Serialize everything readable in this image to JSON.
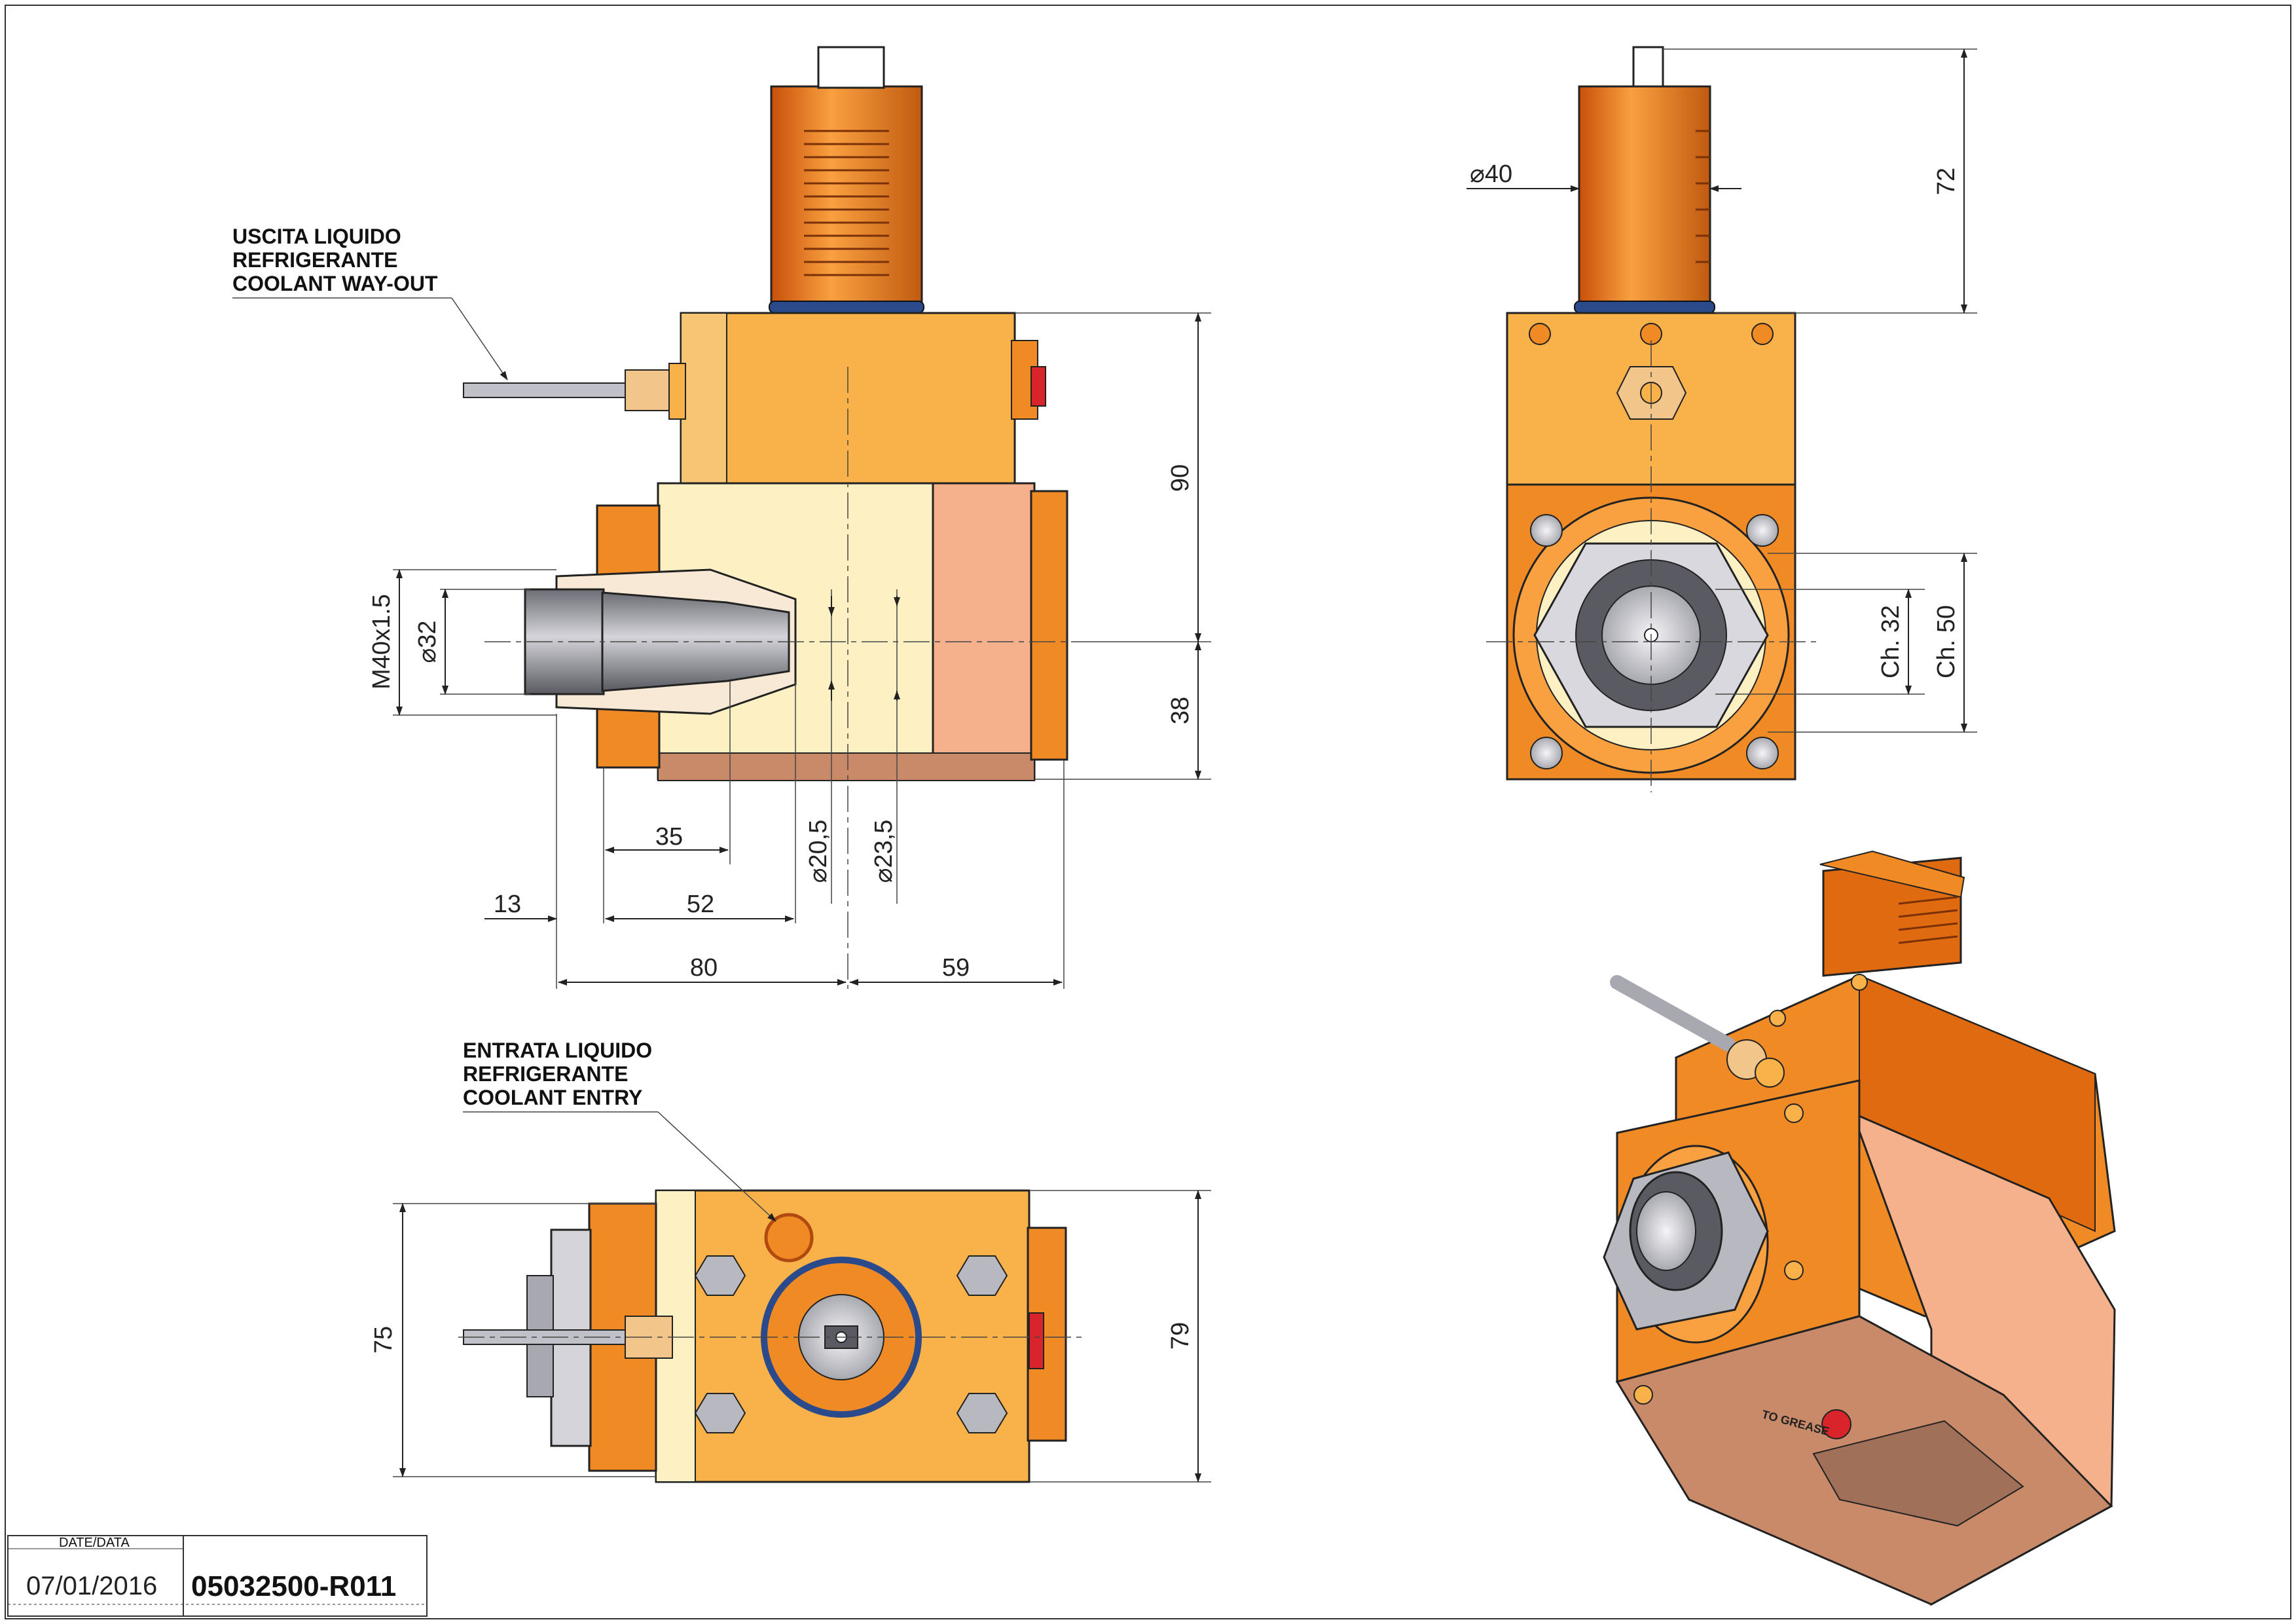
{
  "notes": {
    "coolant_out": [
      "USCITA LIQUIDO",
      "REFRIGERANTE",
      "COOLANT WAY-OUT"
    ],
    "coolant_in": [
      "ENTRATA LIQUIDO",
      "REFRIGERANTE",
      "COOLANT ENTRY"
    ]
  },
  "side_view": {
    "height_90": "90",
    "height_38": "38",
    "thread": "M40x1.5",
    "dia_32": "⌀32",
    "len_35": "35",
    "len_13": "13",
    "len_52": "52",
    "dia_20_5": "⌀20,5",
    "dia_23_5": "⌀23,5",
    "len_80": "80",
    "len_59": "59"
  },
  "front_view": {
    "dia_40": "⌀40",
    "height_72": "72",
    "ch_32": "Ch. 32",
    "ch_50": "Ch. 50"
  },
  "bottom_view": {
    "width_75": "75",
    "width_79": "79"
  },
  "iso_view": {
    "grease_label": "TO GREASE"
  },
  "title_block": {
    "date_label": "DATE/DATA",
    "date": "07/01/2016",
    "code": "05032500-R011"
  },
  "colors": {
    "orange": "#f08a24",
    "light_orange": "#f9b14a",
    "cream": "#fdf1c4",
    "salmon": "#f5b08c",
    "steel": "#9a9aa2",
    "blue_ring": "#2a4a8c",
    "red": "#d8242a"
  }
}
